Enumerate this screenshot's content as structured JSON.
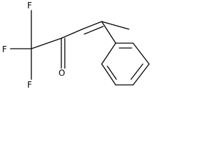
{
  "molecule": {
    "atoms": {
      "fluorine_1": "F",
      "fluorine_2": "F",
      "fluorine_3": "F",
      "oxygen": "O"
    },
    "colors": {
      "ink": "#000000",
      "background": "#ffffff"
    }
  }
}
